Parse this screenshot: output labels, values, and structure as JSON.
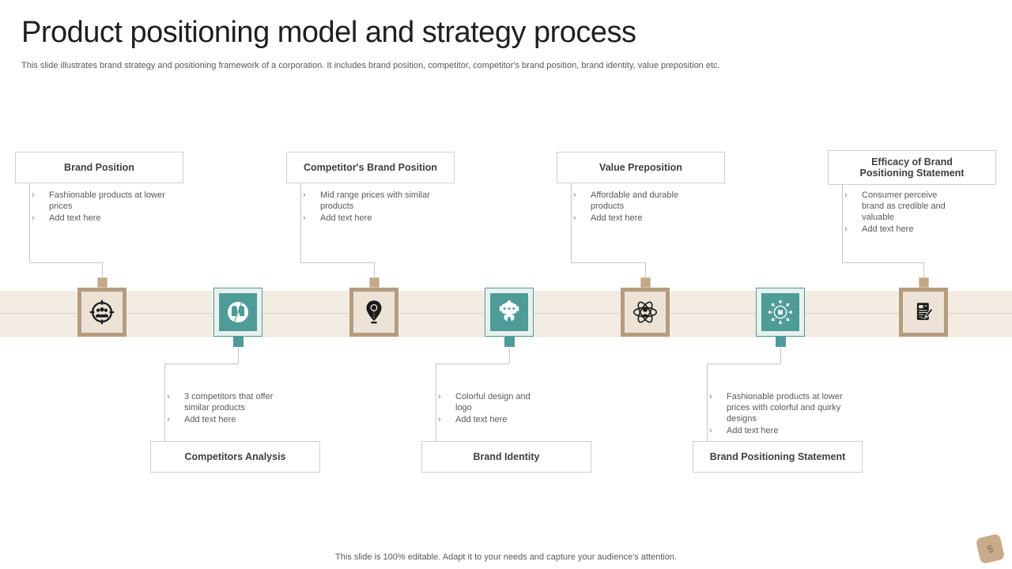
{
  "slide": {
    "title": "Product positioning model and strategy process",
    "subtitle": "This slide illustrates brand strategy and positioning framework of a corporation. It includes brand position, competitor, competitor's brand position, brand identity, value preposition etc.",
    "footer": "This slide is 100% editable. Adapt it to your needs and capture your audience's attention.",
    "page_number": "5"
  },
  "bullet_char": "›",
  "top_flows": [
    {
      "title": "Brand Position",
      "bullets": [
        "Fashionable products at lower prices",
        "Add text here"
      ]
    },
    {
      "title": "Competitor's Brand Position",
      "bullets": [
        "Mid range prices with similar products",
        "Add text here"
      ]
    },
    {
      "title": "Value Preposition",
      "bullets": [
        "Affordable and durable products",
        "Add text here"
      ]
    },
    {
      "title": "Efficacy of Brand Positioning Statement",
      "bullets": [
        "Consumer perceive brand as credible and valuable",
        "Add text here"
      ]
    }
  ],
  "bottom_flows": [
    {
      "title": "Competitors Analysis",
      "bullets": [
        "3 competitors that offer similar products",
        "Add text here"
      ]
    },
    {
      "title": "Brand Identity",
      "bullets": [
        "Colorful design and logo",
        "Add text here"
      ]
    },
    {
      "title": "Brand Positioning Statement",
      "bullets": [
        "Fashionable products at lower prices with colorful and quirky designs",
        "Add text here"
      ]
    }
  ],
  "timeline": {
    "icons": [
      {
        "name": "target-audience-icon",
        "style": "tan"
      },
      {
        "name": "competitor-heads-icon",
        "style": "teal"
      },
      {
        "name": "location-pin-icon",
        "style": "tan"
      },
      {
        "name": "award-ribbon-icon",
        "style": "teal"
      },
      {
        "name": "atom-person-icon",
        "style": "tan"
      },
      {
        "name": "product-reach-icon",
        "style": "teal"
      },
      {
        "name": "document-pen-icon",
        "style": "tan"
      }
    ]
  },
  "colors": {
    "tan": "#b59b7f",
    "tan-inner": "#ece3d6",
    "tan-sq": "#c2a887",
    "teal": "#4f9b98",
    "teal-light": "#e9f1ef",
    "band": "#f2ece3",
    "band-line": "#d9d2c4",
    "line": "#c4c4c4",
    "box-border": "#cfcfcf",
    "text": "#595959",
    "heading": "#3f3f3f"
  }
}
